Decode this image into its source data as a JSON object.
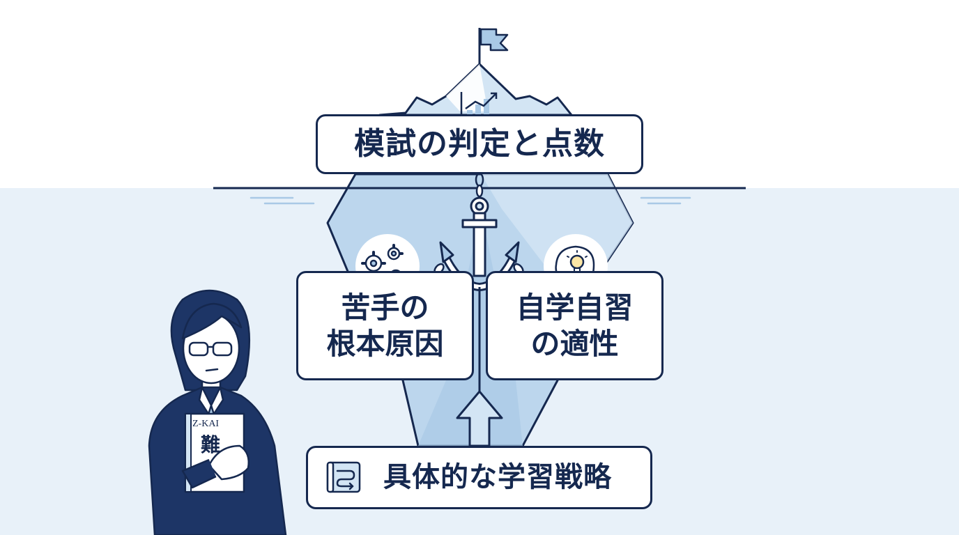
{
  "colors": {
    "navy": "#15284f",
    "ice_light": "#cfe2f3",
    "ice_mid": "#a9c9e6",
    "water": "#e8f1f9",
    "white": "#ffffff"
  },
  "diagram": {
    "top_label": "模試の判定と点数",
    "left_label_line1": "苦手の",
    "left_label_line2": "根本原因",
    "right_label_line1": "自学自習",
    "right_label_line2": "の適性",
    "bottom_label": "具体的な学習戦略"
  },
  "person": {
    "book_brand": "Z-KAI",
    "book_title": "難"
  },
  "icons": [
    "flag-icon",
    "chart-icon",
    "anchor-icon",
    "gears-icon",
    "lightbulb-head-icon",
    "map-route-icon",
    "up-arrow-icon"
  ]
}
